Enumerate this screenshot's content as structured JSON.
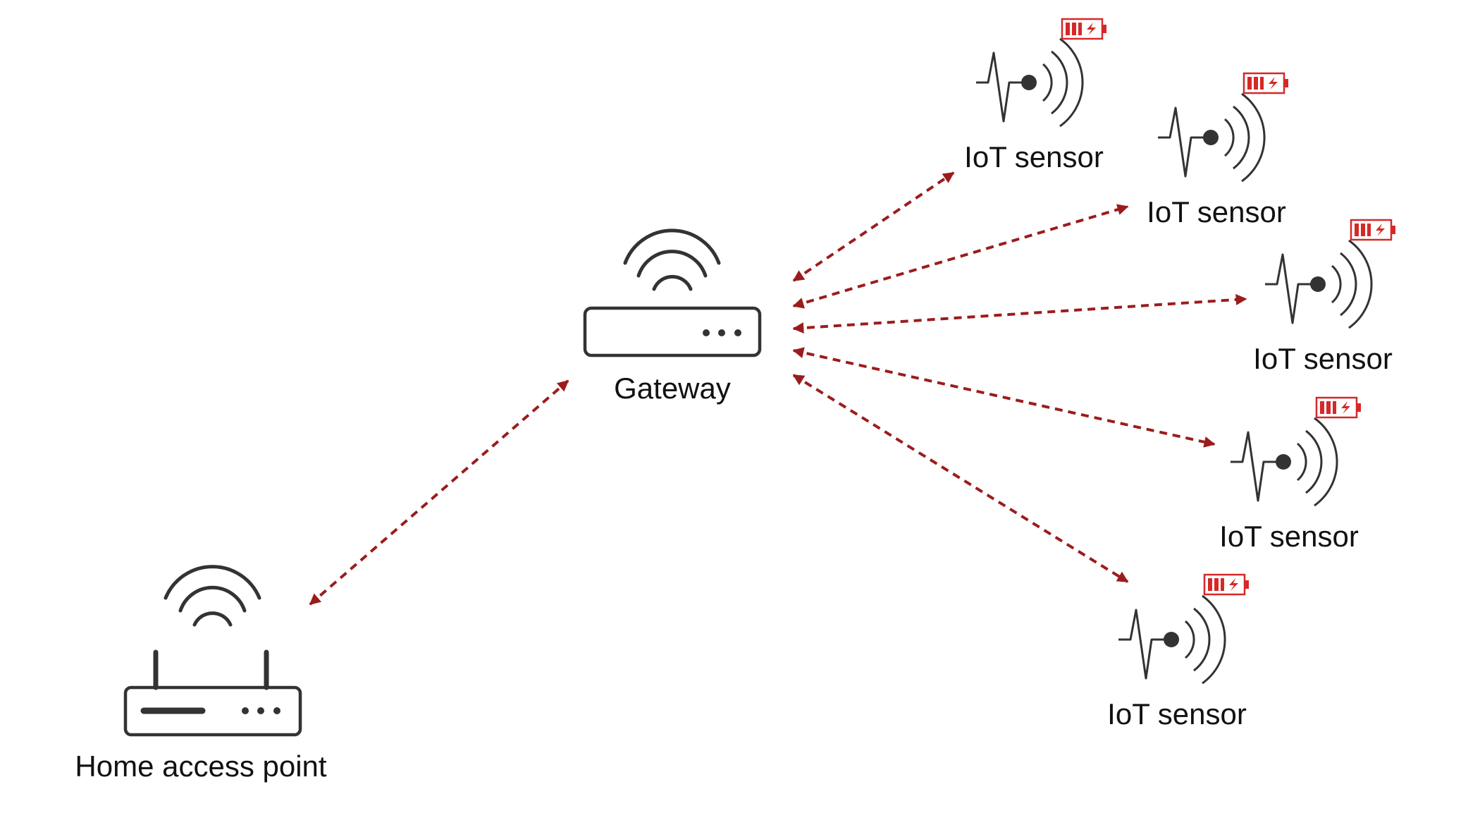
{
  "nodes": {
    "home_access_point": {
      "label": "Home access point"
    },
    "gateway": {
      "label": "Gateway"
    },
    "sensors": [
      {
        "label": "IoT sensor"
      },
      {
        "label": "IoT sensor"
      },
      {
        "label": "IoT sensor"
      },
      {
        "label": "IoT sensor"
      },
      {
        "label": "IoT sensor"
      }
    ]
  },
  "links": [
    {
      "from": "home_access_point",
      "to": "gateway",
      "style": "dashed",
      "direction": "bidirectional"
    },
    {
      "from": "gateway",
      "to": "sensor-1",
      "style": "dashed",
      "direction": "bidirectional"
    },
    {
      "from": "gateway",
      "to": "sensor-2",
      "style": "dashed",
      "direction": "bidirectional"
    },
    {
      "from": "gateway",
      "to": "sensor-3",
      "style": "dashed",
      "direction": "bidirectional"
    },
    {
      "from": "gateway",
      "to": "sensor-4",
      "style": "dashed",
      "direction": "bidirectional"
    },
    {
      "from": "gateway",
      "to": "sensor-5",
      "style": "dashed",
      "direction": "bidirectional"
    }
  ],
  "icons": {
    "access_point": "router-icon",
    "gateway": "gateway-icon",
    "sensor": "iot-sensor-icon",
    "battery": "battery-charging-icon",
    "wireless": "wifi-icon"
  },
  "colors": {
    "link": "#9b1c1c",
    "battery": "#d62828",
    "icon_stroke": "#333333",
    "text": "#111111"
  }
}
